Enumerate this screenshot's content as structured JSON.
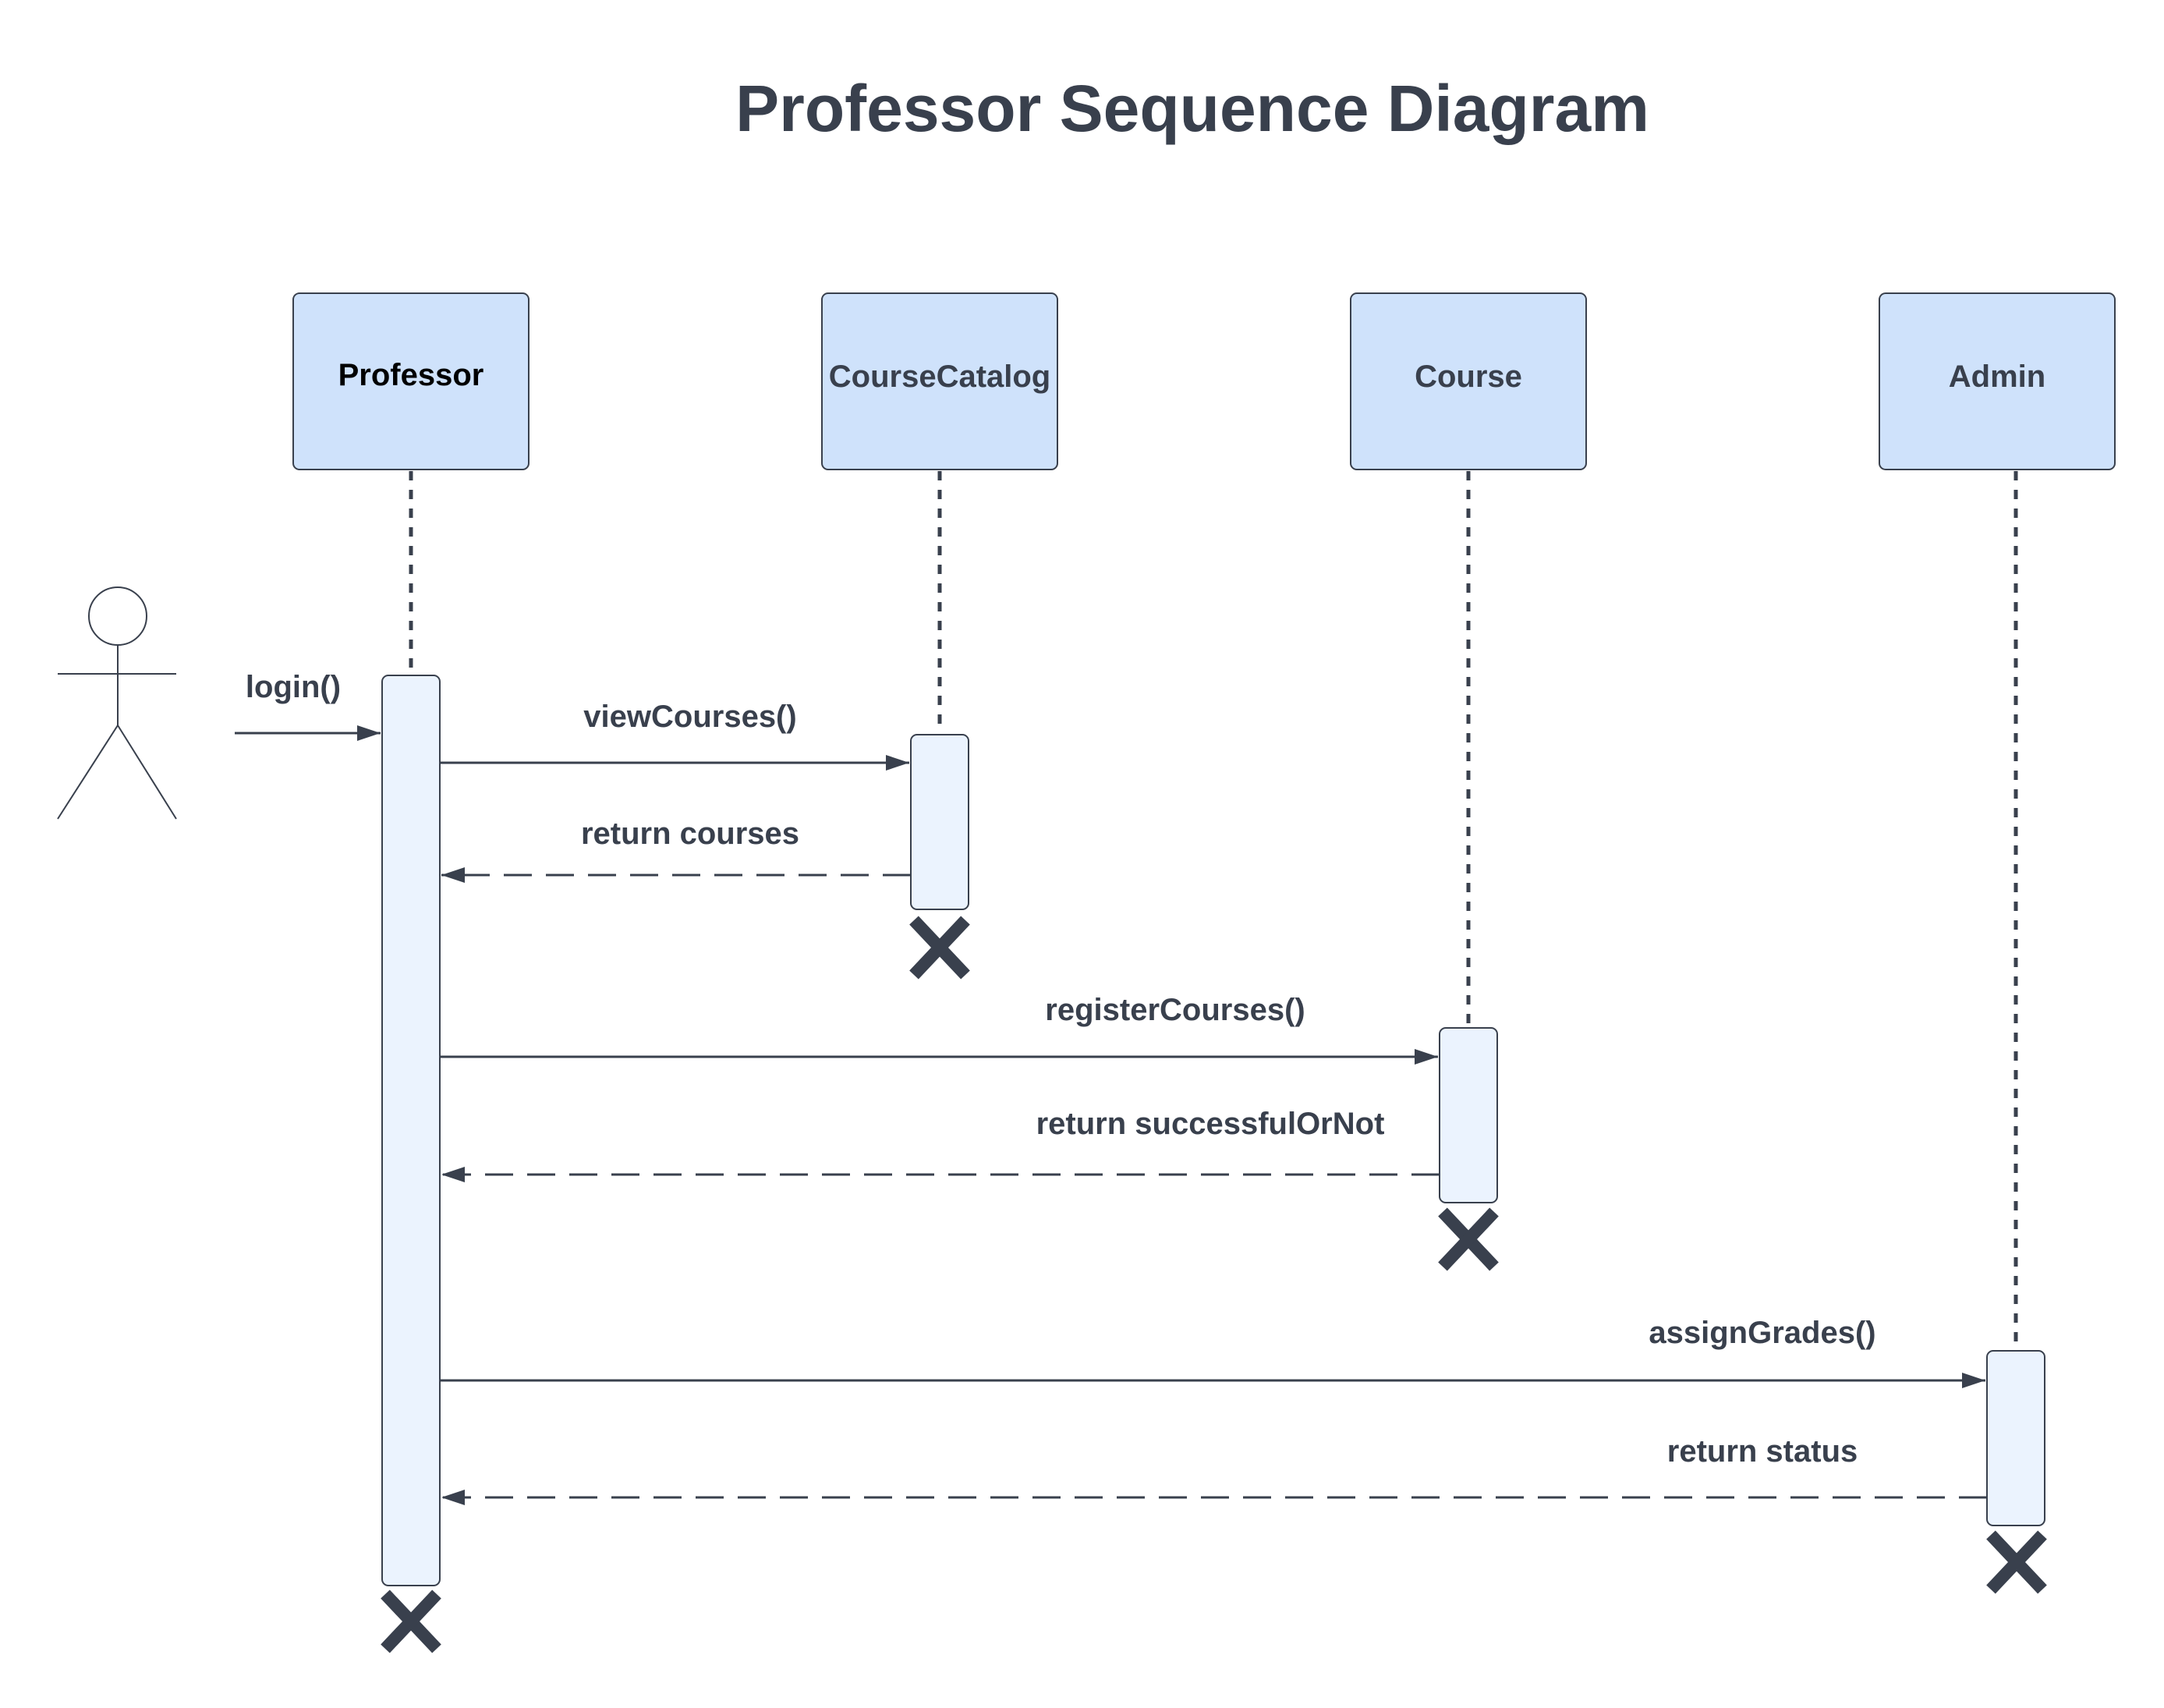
{
  "title": "Professor Sequence Diagram",
  "lifelines": [
    {
      "id": "professor",
      "label": "Professor"
    },
    {
      "id": "coursecatalog",
      "label": "CourseCatalog"
    },
    {
      "id": "course",
      "label": "Course"
    },
    {
      "id": "admin",
      "label": "Admin"
    }
  ],
  "messages": [
    {
      "label": "login()",
      "type": "call",
      "from": "actor",
      "to": "professor"
    },
    {
      "label": "viewCourses()",
      "type": "call",
      "from": "professor",
      "to": "coursecatalog"
    },
    {
      "label": "return courses",
      "type": "return",
      "from": "coursecatalog",
      "to": "professor"
    },
    {
      "label": "registerCourses()",
      "type": "call",
      "from": "professor",
      "to": "course"
    },
    {
      "label": "return successfulOrNot",
      "type": "return",
      "from": "course",
      "to": "professor"
    },
    {
      "label": "assignGrades()",
      "type": "call",
      "from": "professor",
      "to": "admin"
    },
    {
      "label": "return status",
      "type": "return",
      "from": "admin",
      "to": "professor"
    }
  ],
  "colors": {
    "box_fill": "#cfe2fb",
    "activation_fill": "#ebf3fe",
    "ink": "#39404d"
  }
}
